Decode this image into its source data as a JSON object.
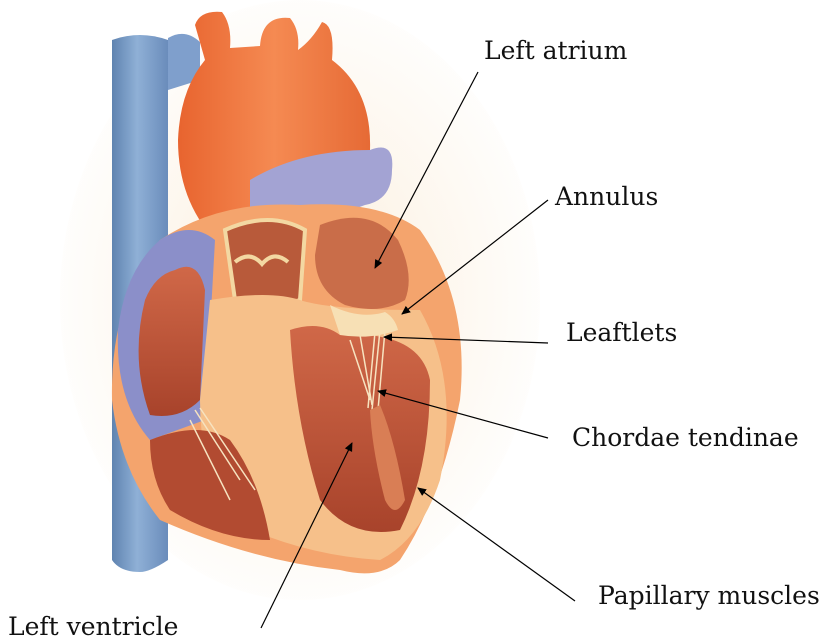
{
  "labels": {
    "left_atrium": "Left atrium",
    "annulus": "Annulus",
    "leaflets": "Leaftlets",
    "chordae_tendinae": "Chordae tendinae",
    "papillary_muscles": "Papillary muscles",
    "left_ventricle": "Left ventricle"
  },
  "colors": {
    "background_glow": "#fbeedb",
    "vena_cava": "#7b9fc9",
    "vena_cava_dark": "#5f83b0",
    "aorta": "#f07a44",
    "aorta_dark": "#d85a2a",
    "pulmonary_vein": "#8f8fc6",
    "heart_outer": "#f4a46d",
    "heart_wall": "#f6c08a",
    "chamber": "#c85a3c",
    "chamber_dark": "#a8432b",
    "valve": "#f7e0b5",
    "arrow": "#000000"
  }
}
